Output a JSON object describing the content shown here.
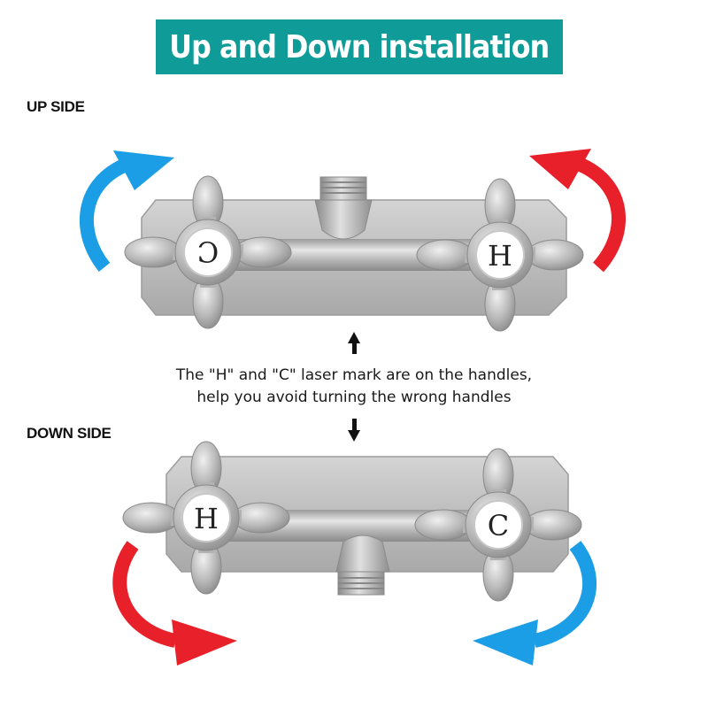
{
  "banner": {
    "title": "Up and Down installation"
  },
  "up_side": {
    "label": "UP SIDE",
    "left_handle_mark": "C",
    "right_handle_mark": "H"
  },
  "down_side": {
    "label": "DOWN SIDE",
    "left_handle_mark": "H",
    "right_handle_mark": "C"
  },
  "caption": {
    "line1": "The \"H\" and \"C\" laser mark are on the handles,",
    "line2": "help you avoid turning the wrong handles"
  },
  "colors": {
    "banner": "#0f9c98",
    "cold_arrow": "#1c9ee6",
    "hot_arrow": "#e8202a",
    "steel": "#b9b9b9"
  },
  "icons": [
    "cold-arrow-icon",
    "hot-arrow-icon",
    "up-arrow-icon",
    "down-arrow-icon",
    "cross-handle-icon"
  ]
}
